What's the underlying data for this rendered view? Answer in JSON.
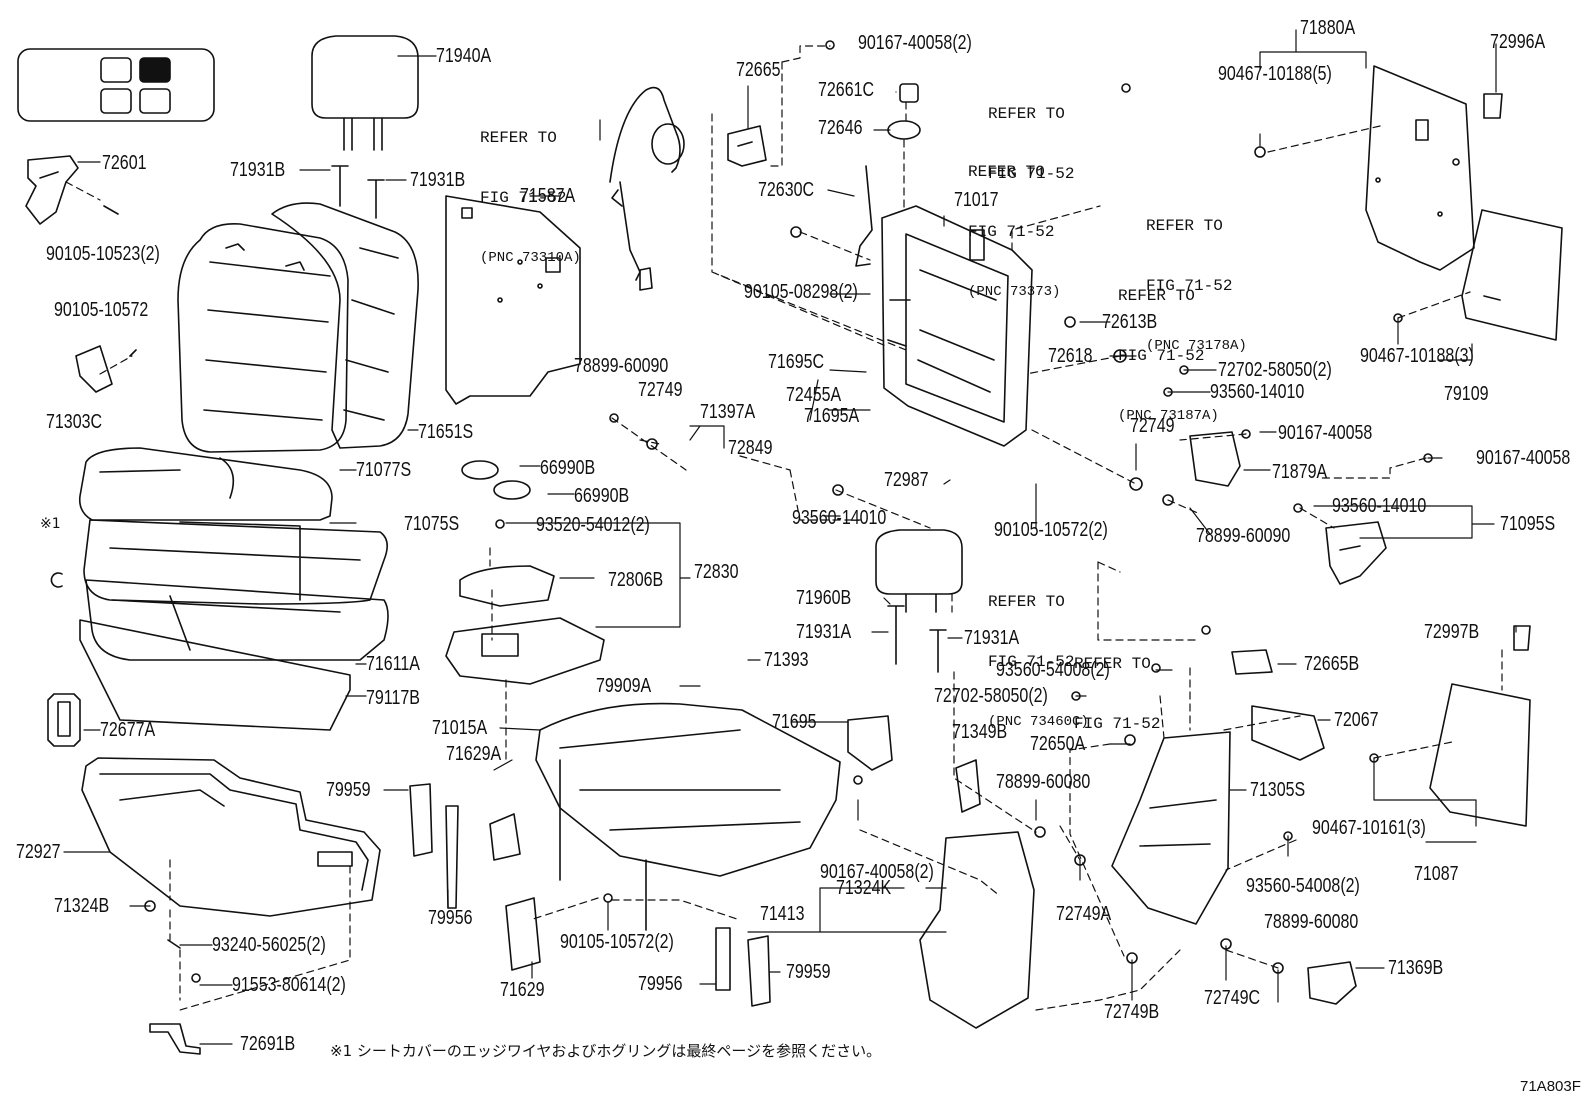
{
  "diagram_code": "71A803F",
  "footnote": {
    "marker": "※1",
    "text": "※1 シートカバーのエッジワイヤおよびホグリングは最終ページを参照ください。"
  },
  "parts": [
    {
      "id": "p71940A",
      "label": "71940A"
    },
    {
      "id": "p72601",
      "label": "72601"
    },
    {
      "id": "p71931B_l",
      "label": "71931B"
    },
    {
      "id": "p71931B_r",
      "label": "71931B"
    },
    {
      "id": "p90105_10523",
      "label": "90105-10523(2)"
    },
    {
      "id": "p71587A",
      "label": "71587A"
    },
    {
      "id": "p90105_10572_a",
      "label": "90105-10572"
    },
    {
      "id": "p71303C",
      "label": "71303C"
    },
    {
      "id": "p71651S",
      "label": "71651S"
    },
    {
      "id": "p71077S",
      "label": "71077S"
    },
    {
      "id": "p71075S",
      "label": "71075S"
    },
    {
      "id": "p71611A",
      "label": "71611A"
    },
    {
      "id": "p79117B",
      "label": "79117B"
    },
    {
      "id": "p72677A",
      "label": "72677A"
    },
    {
      "id": "p72927",
      "label": "72927"
    },
    {
      "id": "p71324B",
      "label": "71324B"
    },
    {
      "id": "p93240_56025",
      "label": "93240-56025(2)"
    },
    {
      "id": "p91553_80614",
      "label": "91553-80614(2)"
    },
    {
      "id": "p72691B",
      "label": "72691B"
    },
    {
      "id": "p72665",
      "label": "72665"
    },
    {
      "id": "p90167_40058_top",
      "label": "90167-40058(2)"
    },
    {
      "id": "p72661C",
      "label": "72661C"
    },
    {
      "id": "p72646",
      "label": "72646"
    },
    {
      "id": "p72630C",
      "label": "72630C"
    },
    {
      "id": "p71017",
      "label": "71017"
    },
    {
      "id": "p90105_08298",
      "label": "90105-08298(2)"
    },
    {
      "id": "p78899_60090_a",
      "label": "78899-60090"
    },
    {
      "id": "p72749_a",
      "label": "72749"
    },
    {
      "id": "p71397A",
      "label": "71397A"
    },
    {
      "id": "p72849",
      "label": "72849"
    },
    {
      "id": "p72455A",
      "label": "72455A"
    },
    {
      "id": "p71695C",
      "label": "71695C"
    },
    {
      "id": "p71695A",
      "label": "71695A"
    },
    {
      "id": "p72613B",
      "label": "72613B"
    },
    {
      "id": "p72618",
      "label": "72618"
    },
    {
      "id": "p72702_58050_a",
      "label": "72702-58050(2)"
    },
    {
      "id": "p93560_14010_a",
      "label": "93560-14010"
    },
    {
      "id": "p66990B_a",
      "label": "66990B"
    },
    {
      "id": "p66990B_b",
      "label": "66990B"
    },
    {
      "id": "p93520_54012",
      "label": "93520-54012(2)"
    },
    {
      "id": "p72806B",
      "label": "72806B"
    },
    {
      "id": "p72830",
      "label": "72830"
    },
    {
      "id": "p93560_14010_b",
      "label": "93560-14010"
    },
    {
      "id": "p72987",
      "label": "72987"
    },
    {
      "id": "p90105_10572_b",
      "label": "90105-10572(2)"
    },
    {
      "id": "p72749_b",
      "label": "72749"
    },
    {
      "id": "p90167_40058_b",
      "label": "90167-40058"
    },
    {
      "id": "p71879A",
      "label": "71879A"
    },
    {
      "id": "p78899_60090_b",
      "label": "78899-60090"
    },
    {
      "id": "p71880A",
      "label": "71880A"
    },
    {
      "id": "p72996A",
      "label": "72996A"
    },
    {
      "id": "p90467_10188_5",
      "label": "90467-10188(5)"
    },
    {
      "id": "p90467_10188_3",
      "label": "90467-10188(3)"
    },
    {
      "id": "p79109",
      "label": "79109"
    },
    {
      "id": "p90167_40058_c",
      "label": "90167-40058"
    },
    {
      "id": "p93560_14010_c",
      "label": "93560-14010"
    },
    {
      "id": "p71095S",
      "label": "71095S"
    },
    {
      "id": "p71960B",
      "label": "71960B"
    },
    {
      "id": "p71931A_l",
      "label": "71931A"
    },
    {
      "id": "p71931A_r",
      "label": "71931A"
    },
    {
      "id": "p71393",
      "label": "71393"
    },
    {
      "id": "p79909A",
      "label": "79909A"
    },
    {
      "id": "p71015A",
      "label": "71015A"
    },
    {
      "id": "p71629A",
      "label": "71629A"
    },
    {
      "id": "p71695",
      "label": "71695"
    },
    {
      "id": "p79959_a",
      "label": "79959"
    },
    {
      "id": "p79956_a",
      "label": "79956"
    },
    {
      "id": "p90167_40058_d",
      "label": "90167-40058(2)"
    },
    {
      "id": "p71413",
      "label": "71413"
    },
    {
      "id": "p71324K",
      "label": "71324K"
    },
    {
      "id": "p90105_10572_c",
      "label": "90105-10572(2)"
    },
    {
      "id": "p71629",
      "label": "71629"
    },
    {
      "id": "p79956_b",
      "label": "79956"
    },
    {
      "id": "p79959_b",
      "label": "79959"
    },
    {
      "id": "p93560_54008_a",
      "label": "93560-54008(2)"
    },
    {
      "id": "p72702_58050_b",
      "label": "72702-58050(2)"
    },
    {
      "id": "p71349B",
      "label": "71349B"
    },
    {
      "id": "p72650A",
      "label": "72650A"
    },
    {
      "id": "p78899_60080_a",
      "label": "78899-60080"
    },
    {
      "id": "p72749A",
      "label": "72749A"
    },
    {
      "id": "p72749B",
      "label": "72749B"
    },
    {
      "id": "p72665B",
      "label": "72665B"
    },
    {
      "id": "p72067",
      "label": "72067"
    },
    {
      "id": "p71305S",
      "label": "71305S"
    },
    {
      "id": "p93560_54008_b",
      "label": "93560-54008(2)"
    },
    {
      "id": "p78899_60080_b",
      "label": "78899-60080"
    },
    {
      "id": "p72749C",
      "label": "72749C"
    },
    {
      "id": "p71369B",
      "label": "71369B"
    },
    {
      "id": "p72997B",
      "label": "72997B"
    },
    {
      "id": "p90467_10161",
      "label": "90467-10161(3)"
    },
    {
      "id": "p71087",
      "label": "71087"
    }
  ],
  "references": [
    {
      "id": "ref1",
      "line1": "REFER TO",
      "line2": "FIG 71-52",
      "line3": "(PNC 73310A)"
    },
    {
      "id": "ref2",
      "line1": "REFER TO",
      "line2": "FIG 71-52",
      "line3": ""
    },
    {
      "id": "ref3",
      "line1": "REFER TO",
      "line2": "FIG 71-52",
      "line3": "(PNC 73373)"
    },
    {
      "id": "ref4",
      "line1": "REFER TO",
      "line2": "FIG 71-52",
      "line3": "(PNC 73178A)"
    },
    {
      "id": "ref5",
      "line1": "REFER TO",
      "line2": "FIG 71-52",
      "line3": "(PNC 73187A)"
    },
    {
      "id": "ref6",
      "line1": "REFER TO",
      "line2": "FIG 71-52",
      "line3": "(PNC 73460C)"
    },
    {
      "id": "ref7",
      "line1": "REFER TO",
      "line2": "FIG 71-52",
      "line3": ""
    }
  ]
}
